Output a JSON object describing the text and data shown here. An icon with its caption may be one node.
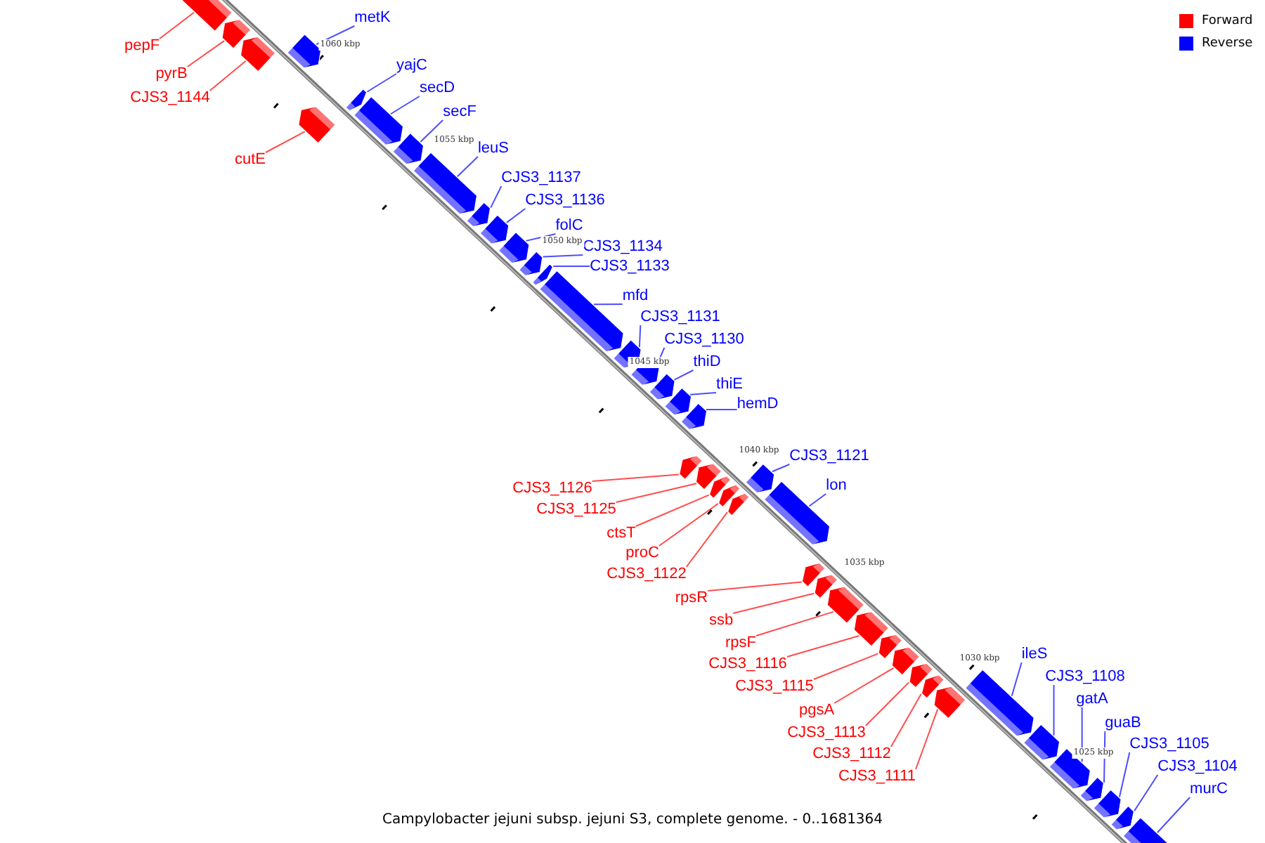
{
  "diagram": {
    "caption": "Campylobacter jejuni subsp. jejuni S3, complete genome. - 0..1681364",
    "nodes": [
      {
        "text": [
          "pepF"
        ]
      },
      {
        "text": [],
        "shape": "arrow"
      },
      {
        "text": [
          "pyrB"
        ]
      },
      {
        "text": [],
        "shape": "arrow"
      },
      {
        "text": [
          "CJS3_1144"
        ]
      },
      {
        "text": [],
        "shape": "arrow"
      },
      {
        "text": [
          "metK"
        ]
      },
      {
        "text": [],
        "shape": "arrow"
      },
      {
        "text": [
          "cutE"
        ]
      },
      {
        "text": [],
        "shape": "arrow"
      },
      {
        "text": [
          "yajC"
        ]
      },
      {
        "text": [],
        "shape": "arrow"
      },
      {
        "text": [
          "secD"
        ]
      },
      {
        "text": [],
        "shape": "arrow"
      },
      {
        "text": [
          "secF"
        ]
      },
      {
        "text": [],
        "shape": "arrow"
      },
      {
        "text": [
          "leuS"
        ]
      },
      {
        "text": [],
        "shape": "arrow"
      },
      {
        "text": [
          "CJS3_1137"
        ]
      },
      {
        "text": [],
        "shape": "arrow"
      },
      {
        "text": [
          "CJS3_1136"
        ]
      },
      {
        "text": [],
        "shape": "arrow"
      },
      {
        "text": [
          "folC"
        ]
      },
      {
        "text": [],
        "shape": "arrow"
      },
      {
        "text": [
          "CJS3_1134"
        ]
      },
      {
        "text": [],
        "shape": "arrow"
      },
      {
        "text": [
          "CJS3_1133"
        ]
      },
      {
        "text": [],
        "shape": "arrow"
      },
      {
        "text": [
          "mfd"
        ]
      },
      {
        "text": [],
        "shape": "arrow"
      },
      {
        "text": [
          "CJS3_1131"
        ]
      },
      {
        "text": [],
        "shape": "arrow"
      },
      {
        "text": [
          "CJS3_1130"
        ]
      },
      {
        "text": [],
        "shape": "arrow"
      },
      {
        "text": [
          "thiD"
        ]
      },
      {
        "text": [],
        "shape": "arrow"
      },
      {
        "text": [
          "thiE"
        ]
      },
      {
        "text": [],
        "shape": "arrow"
      },
      {
        "text": [
          "hemD"
        ]
      },
      {
        "text": [],
        "shape": "arrow"
      },
      {
        "text": [
          "CJS3_1126"
        ]
      },
      {
        "text": [],
        "shape": "arrow"
      },
      {
        "text": [
          "CJS3_1125"
        ]
      },
      {
        "text": [],
        "shape": "arrow"
      },
      {
        "text": [
          "ctsT"
        ]
      },
      {
        "text": [],
        "shape": "arrow"
      },
      {
        "text": [
          "proC"
        ]
      },
      {
        "text": [],
        "shape": "arrow"
      },
      {
        "text": [
          "CJS3_1122"
        ]
      },
      {
        "text": [],
        "shape": "arrow"
      },
      {
        "text": [
          "CJS3_1121"
        ]
      },
      {
        "text": [],
        "shape": "arrow"
      },
      {
        "text": [
          "lon"
        ]
      },
      {
        "text": [],
        "shape": "arrow"
      },
      {
        "text": [
          "rpsR"
        ]
      },
      {
        "text": [],
        "shape": "arrow"
      },
      {
        "text": [
          "ssb"
        ]
      },
      {
        "text": [],
        "shape": "arrow"
      },
      {
        "text": [
          "rpsF"
        ]
      },
      {
        "text": [],
        "shape": "arrow"
      },
      {
        "text": [
          "CJS3_1116"
        ]
      },
      {
        "text": [],
        "shape": "arrow"
      },
      {
        "text": [
          "CJS3_1115"
        ]
      },
      {
        "text": [],
        "shape": "arrow"
      },
      {
        "text": [
          "pgsA"
        ]
      },
      {
        "text": [],
        "shape": "arrow"
      },
      {
        "text": [
          "CJS3_1113"
        ]
      },
      {
        "text": [],
        "shape": "arrow"
      },
      {
        "text": [
          "CJS3_1112"
        ]
      },
      {
        "text": [],
        "shape": "arrow"
      },
      {
        "text": [
          "CJS3_1111"
        ]
      },
      {
        "text": [],
        "shape": "arrow"
      },
      {
        "text": [
          "ileS"
        ]
      },
      {
        "text": [],
        "shape": "arrow"
      },
      {
        "text": [
          "CJS3_1108"
        ]
      },
      {
        "text": [],
        "shape": "arrow"
      },
      {
        "text": [
          "gatA"
        ]
      },
      {
        "text": [],
        "shape": "arrow"
      },
      {
        "text": [
          "guaB"
        ]
      },
      {
        "text": [],
        "shape": "arrow"
      },
      {
        "text": [
          "CJS3_1105"
        ]
      },
      {
        "text": [],
        "shape": "arrow"
      },
      {
        "text": [
          "CJS3_1104"
        ]
      },
      {
        "text": [],
        "shape": "arrow"
      },
      {
        "text": [
          "murC"
        ]
      },
      {
        "text": [],
        "shape": "arrow"
      }
    ],
    "edges": [
      {
        "from": 0,
        "to": 1,
        "arrow": "none",
        "color": "#ff0000"
      },
      {
        "from": 2,
        "to": 3,
        "arrow": "none",
        "color": "#ff0000"
      },
      {
        "from": 4,
        "to": 5,
        "arrow": "none",
        "color": "#ff0000"
      },
      {
        "from": 6,
        "to": 7,
        "arrow": "none"
      },
      {
        "from": 8,
        "to": 9,
        "arrow": "none",
        "color": "#ff0000"
      },
      {
        "from": 10,
        "to": 11,
        "arrow": "none"
      },
      {
        "from": 12,
        "to": 13,
        "arrow": "none"
      },
      {
        "from": 14,
        "to": 15,
        "arrow": "none"
      },
      {
        "from": 16,
        "to": 17,
        "arrow": "none"
      },
      {
        "from": 18,
        "to": 19,
        "arrow": "none"
      },
      {
        "from": 20,
        "to": 21,
        "arrow": "none"
      },
      {
        "from": 22,
        "to": 23,
        "arrow": "none"
      },
      {
        "from": 24,
        "to": 25,
        "arrow": "none"
      },
      {
        "from": 26,
        "to": 27,
        "arrow": "none"
      },
      {
        "from": 28,
        "to": 29,
        "arrow": "none"
      },
      {
        "from": 30,
        "to": 31,
        "arrow": "none"
      },
      {
        "from": 32,
        "to": 33,
        "arrow": "none"
      },
      {
        "from": 34,
        "to": 35,
        "arrow": "none"
      },
      {
        "from": 36,
        "to": 37,
        "arrow": "none"
      },
      {
        "from": 38,
        "to": 39,
        "arrow": "none"
      },
      {
        "from": 40,
        "to": 41,
        "arrow": "none",
        "color": "#ff0000"
      },
      {
        "from": 42,
        "to": 43,
        "arrow": "none",
        "color": "#ff0000"
      },
      {
        "from": 44,
        "to": 45,
        "arrow": "none",
        "color": "#ff0000"
      },
      {
        "from": 46,
        "to": 47,
        "arrow": "none",
        "color": "#ff0000"
      },
      {
        "from": 48,
        "to": 49,
        "arrow": "none",
        "color": "#ff0000"
      },
      {
        "from": 50,
        "to": 51,
        "arrow": "none"
      },
      {
        "from": 52,
        "to": 53,
        "arrow": "none"
      },
      {
        "from": 54,
        "to": 55,
        "arrow": "none",
        "color": "#ff0000"
      },
      {
        "from": 56,
        "to": 57,
        "arrow": "none",
        "color": "#ff0000"
      },
      {
        "from": 58,
        "to": 59,
        "arrow": "none",
        "color": "#ff0000"
      },
      {
        "from": 60,
        "to": 61,
        "arrow": "none",
        "color": "#ff0000"
      },
      {
        "from": 62,
        "to": 63,
        "arrow": "none",
        "color": "#ff0000"
      },
      {
        "from": 64,
        "to": 65,
        "arrow": "none",
        "color": "#ff0000"
      },
      {
        "from": 66,
        "to": 67,
        "arrow": "none",
        "color": "#ff0000"
      },
      {
        "from": 68,
        "to": 69,
        "arrow": "none",
        "color": "#ff0000"
      },
      {
        "from": 70,
        "to": 71,
        "arrow": "none",
        "color": "#ff0000"
      },
      {
        "from": 72,
        "to": 73,
        "arrow": "none"
      },
      {
        "from": 74,
        "to": 75,
        "arrow": "none"
      },
      {
        "from": 76,
        "to": 77,
        "arrow": "none"
      },
      {
        "from": 78,
        "to": 79,
        "arrow": "none"
      },
      {
        "from": 80,
        "to": 81,
        "arrow": "none"
      },
      {
        "from": 82,
        "to": 83,
        "arrow": "none"
      },
      {
        "from": 84,
        "to": 85,
        "arrow": "none"
      }
    ],
    "labels": [
      "1060 kbp",
      "1055 kbp",
      "1050 kbp",
      "1045 kbp",
      "1040 kbp",
      "1035 kbp",
      "1030 kbp",
      "1025 kbp"
    ],
    "legend": [
      {
        "text": "Forward",
        "color": "#ff0000"
      },
      {
        "text": "Reverse",
        "color": "#0000ff"
      }
    ]
  }
}
